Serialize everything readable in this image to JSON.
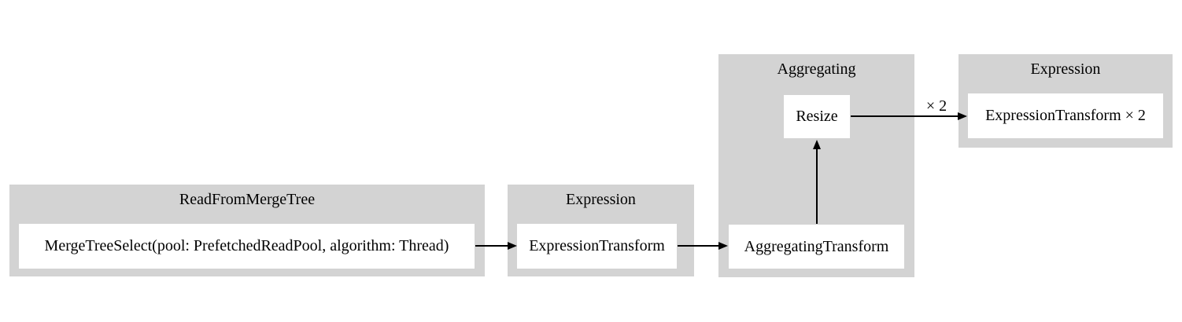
{
  "diagram": {
    "type": "pipeline-graph",
    "colors": {
      "background": "#ffffff",
      "cluster_bg": "#d3d3d3",
      "node_bg": "#ffffff",
      "edge": "#000000",
      "text": "#000000"
    },
    "clusters": [
      {
        "label": "ReadFromMergeTree",
        "nodes": [
          "MergeTreeSelect(pool: PrefetchedReadPool, algorithm: Thread)"
        ]
      },
      {
        "label": "Expression",
        "nodes": [
          "ExpressionTransform"
        ]
      },
      {
        "label": "Aggregating",
        "nodes": [
          "Resize",
          "AggregatingTransform"
        ]
      },
      {
        "label": "Expression",
        "nodes": [
          "ExpressionTransform × 2"
        ]
      }
    ],
    "edges": [
      {
        "from": "MergeTreeSelect(pool: PrefetchedReadPool, algorithm: Thread)",
        "to": "ExpressionTransform",
        "label": ""
      },
      {
        "from": "ExpressionTransform",
        "to": "AggregatingTransform",
        "label": ""
      },
      {
        "from": "AggregatingTransform",
        "to": "Resize",
        "label": ""
      },
      {
        "from": "Resize",
        "to": "ExpressionTransform × 2",
        "label": "× 2"
      }
    ]
  }
}
